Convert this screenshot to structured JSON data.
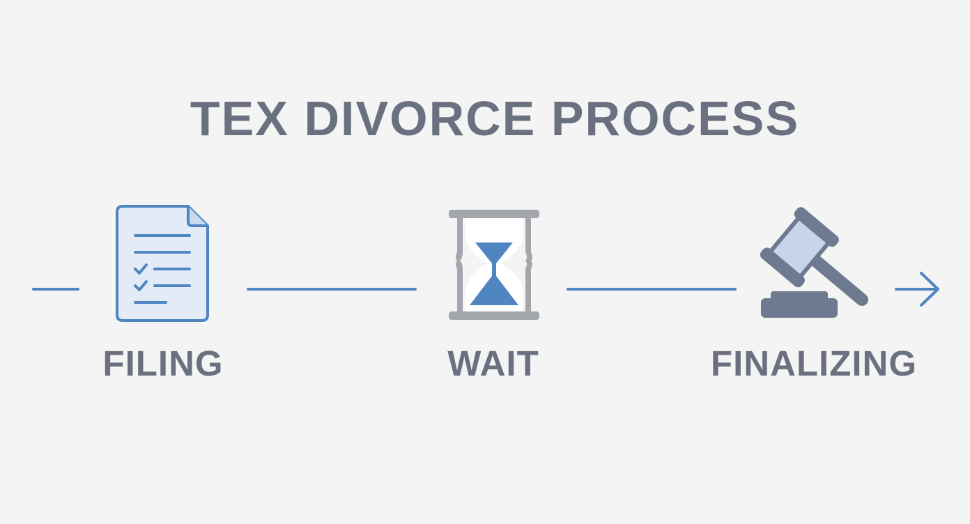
{
  "title": "TEX DIVORCE PROCESS",
  "steps": [
    {
      "label": "FILING",
      "icon": "document-checklist-icon"
    },
    {
      "label": "WAIT",
      "icon": "hourglass-icon"
    },
    {
      "label": "FINALIZING",
      "icon": "gavel-icon"
    }
  ],
  "colors": {
    "background": "#f4f4f4",
    "text": "#6b7080",
    "accent_blue": "#4f86c2",
    "light_blue": "#e3ebf6",
    "gray": "#a3a6ac",
    "slate": "#6e7a90"
  }
}
